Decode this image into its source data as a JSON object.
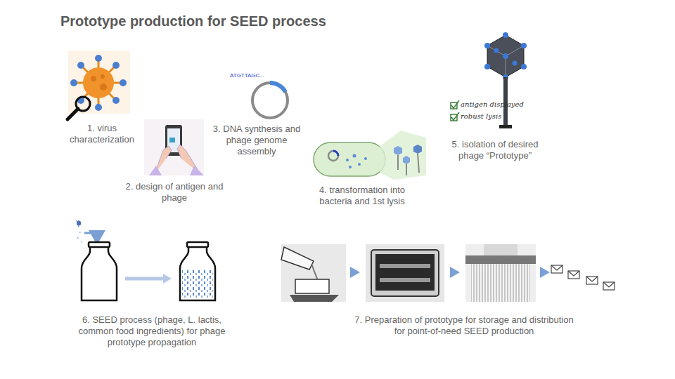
{
  "diagram": {
    "title": "Prototype production for SEED process",
    "labels": [
      "1. virus characterization",
      "2. design of antigen and phage",
      "ATGTTAGC...",
      "3. DNA synthesis and phage genome assembly",
      "4. transformation into bacteria and 1st lysis",
      "antigen displayed",
      "robust lysis",
      "5. isolation of desired phage “Prototype”",
      "6. SEED process (phage, L. lactis, common food ingredients) for phage prototype propagation",
      "7. Preparation of prototype for storage and distribution for point-of-need SEED production"
    ]
  }
}
